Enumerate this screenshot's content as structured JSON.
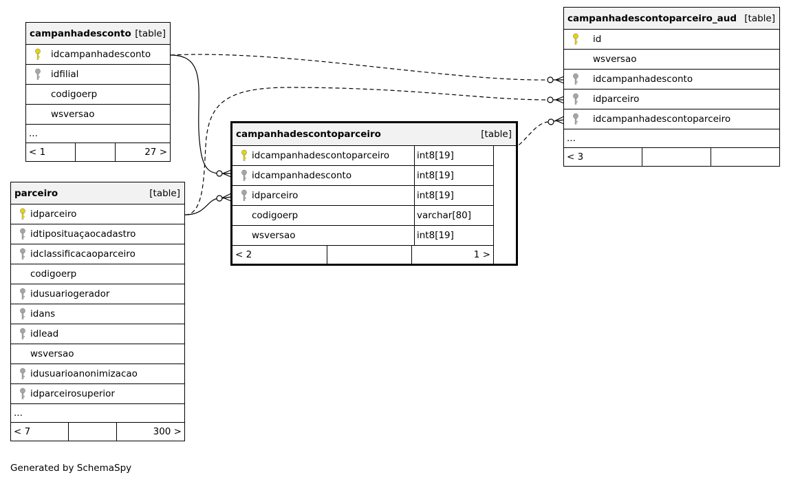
{
  "tables": {
    "campanhadesconto": {
      "name": "campanhadesconto",
      "tag": "[table]",
      "columns": [
        {
          "name": "idcampanhadesconto",
          "key": "primary"
        },
        {
          "name": "idfilial",
          "key": "foreign"
        },
        {
          "name": "codigoerp",
          "key": "none"
        },
        {
          "name": "wsversao",
          "key": "none"
        }
      ],
      "ellipsis": "...",
      "footer": {
        "left": "< 1",
        "right": "27 >"
      }
    },
    "parceiro": {
      "name": "parceiro",
      "tag": "[table]",
      "columns": [
        {
          "name": "idparceiro",
          "key": "primary"
        },
        {
          "name": "idtiposituaçaocadastro",
          "key": "foreign"
        },
        {
          "name": "idclassificacaoparceiro",
          "key": "foreign"
        },
        {
          "name": "codigoerp",
          "key": "none"
        },
        {
          "name": "idusuariogerador",
          "key": "foreign"
        },
        {
          "name": "idans",
          "key": "foreign"
        },
        {
          "name": "idlead",
          "key": "foreign"
        },
        {
          "name": "wsversao",
          "key": "none"
        },
        {
          "name": "idusuarioanonimizacao",
          "key": "foreign"
        },
        {
          "name": "idparceirosuperior",
          "key": "foreign"
        }
      ],
      "ellipsis": "...",
      "footer": {
        "left": "< 7",
        "right": "300 >"
      }
    },
    "campanhadescontoparceiro": {
      "name": "campanhadescontoparceiro",
      "tag": "[table]",
      "columns": [
        {
          "name": "idcampanhadescontoparceiro",
          "key": "primary",
          "type": "int8[19]"
        },
        {
          "name": "idcampanhadesconto",
          "key": "foreign",
          "type": "int8[19]"
        },
        {
          "name": "idparceiro",
          "key": "foreign",
          "type": "int8[19]"
        },
        {
          "name": "codigoerp",
          "key": "none",
          "type": "varchar[80]"
        },
        {
          "name": "wsversao",
          "key": "none",
          "type": "int8[19]"
        }
      ],
      "footer": {
        "left": "< 2",
        "right": "1 >"
      }
    },
    "campanhadescontoparceiro_aud": {
      "name": "campanhadescontoparceiro_aud",
      "tag": "[table]",
      "columns": [
        {
          "name": "id",
          "key": "primary"
        },
        {
          "name": "wsversao",
          "key": "none"
        },
        {
          "name": "idcampanhadesconto",
          "key": "foreign"
        },
        {
          "name": "idparceiro",
          "key": "foreign"
        },
        {
          "name": "idcampanhadescontoparceiro",
          "key": "foreign"
        }
      ],
      "ellipsis": "...",
      "footer": {
        "left": "< 3",
        "right": ""
      }
    }
  },
  "footer_text": "Generated by SchemaSpy",
  "colors": {
    "primary_key": "#e8d400",
    "foreign_key": "#a6a6a6",
    "header_bg": "#f2f2f2"
  }
}
